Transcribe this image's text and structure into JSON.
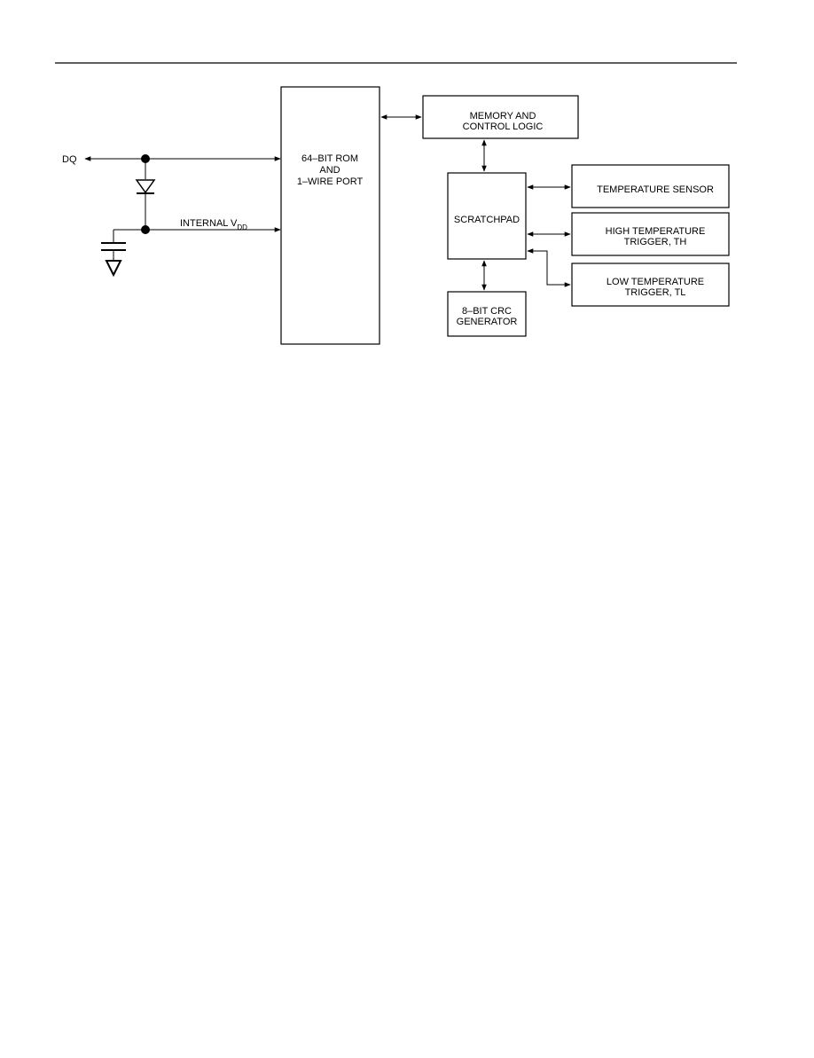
{
  "diagram": {
    "external_pin": "DQ",
    "internal_supply_prefix": "INTERNAL V",
    "internal_supply_subscript": "DD",
    "blocks": {
      "rom": [
        "64–BIT ROM",
        "AND",
        "1–WIRE PORT"
      ],
      "memory": [
        "MEMORY AND",
        "CONTROL LOGIC"
      ],
      "scratchpad": [
        "SCRATCHPAD"
      ],
      "crc": [
        "8–BIT CRC",
        "GENERATOR"
      ],
      "temp_sensor": [
        "TEMPERATURE SENSOR"
      ],
      "high_trigger": [
        "HIGH TEMPERATURE",
        "TRIGGER, TH"
      ],
      "low_trigger": [
        "LOW TEMPERATURE",
        "TRIGGER, TL"
      ]
    }
  },
  "colors": {
    "line": "#000000",
    "background": "#ffffff"
  }
}
